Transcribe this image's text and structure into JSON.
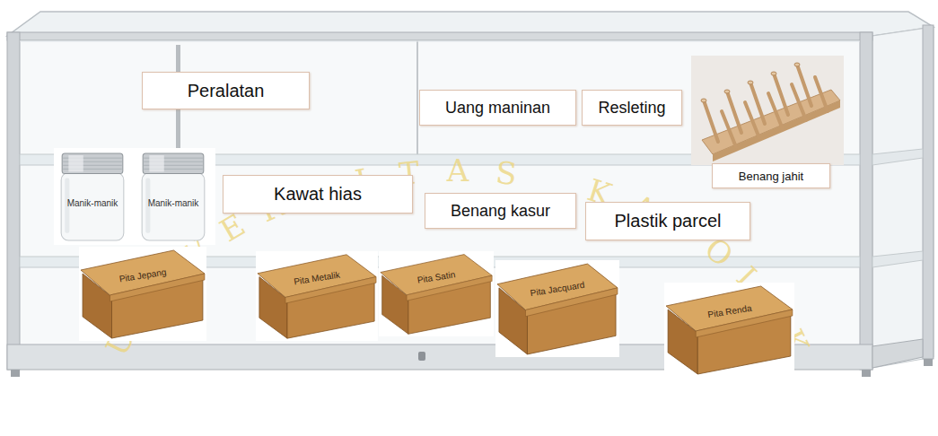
{
  "diagram": {
    "nodes": [
      {
        "text": [
          "Peralatan"
        ]
      },
      {
        "text": [
          "Uang maninan"
        ]
      },
      {
        "text": [
          "Resleting"
        ]
      },
      {
        "text": [
          "Benang jahit"
        ]
      },
      {
        "text": [
          "Manik-manik"
        ]
      },
      {
        "text": [
          "Manik-manik"
        ]
      },
      {
        "text": [
          "Kawat hias"
        ]
      },
      {
        "text": [
          "Benang kasur"
        ]
      },
      {
        "text": [
          "Plastik parcel"
        ]
      },
      {
        "text": [
          "Pita Jepang"
        ]
      },
      {
        "text": [
          "Pita Metalik"
        ]
      },
      {
        "text": [
          "Pita Satin"
        ]
      },
      {
        "text": [
          "Pita Jacquard"
        ]
      },
      {
        "text": [
          "Pita Renda"
        ]
      }
    ],
    "labels": [
      "UNIVERSITAS KATOLIK"
    ]
  }
}
